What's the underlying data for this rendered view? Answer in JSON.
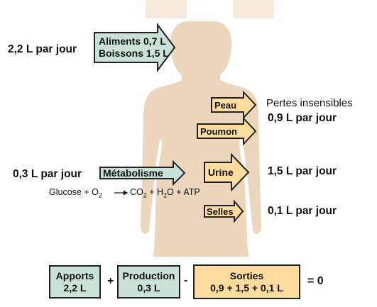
{
  "colors": {
    "body": "#ecd7bd",
    "green_fill": "#c9e1d6",
    "orange_fill": "#fddc9e",
    "outline": "#222222"
  },
  "inputs": {
    "amount_left": "2,2 L par jour",
    "arrow_line1": "Aliments 0,7 L",
    "arrow_line2": "Boissons 1,5 L"
  },
  "metabolism": {
    "amount_left": "0,3 L par jour",
    "arrow_label": "Métabolisme",
    "equation": {
      "glucose": "Glucose + O",
      "o2_sub": "2",
      "co2": "CO",
      "co2_sub": "2",
      "h2o": "+ H",
      "h2o_sub": "2",
      "rest": "O + ATP"
    }
  },
  "outputs": {
    "insensible_title": "Pertes insensibles",
    "insensible_amount": "0,9 L par jour",
    "skin": "Peau",
    "lung": "Poumon",
    "urine": "Urine",
    "urine_amount": "1,5 L par jour",
    "stool": "Selles",
    "stool_amount": "0,1 L par jour"
  },
  "balance": {
    "intake_label": "Apports",
    "intake_value": "2,2 L",
    "plus": "+",
    "production_label": "Production",
    "production_value": "0,3 L",
    "minus": "-",
    "outputs_label": "Sorties",
    "outputs_value": "0,9 + 1,5 + 0,1 L",
    "result": "= 0"
  }
}
